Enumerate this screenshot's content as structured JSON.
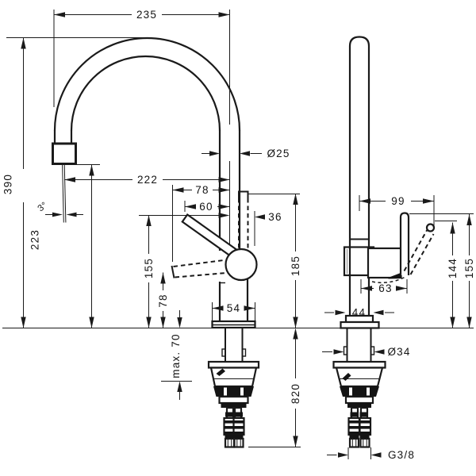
{
  "colors": {
    "line": "#1a1a1a",
    "background": "#ffffff"
  },
  "dimensions": {
    "left": {
      "spout_width_total": "235",
      "total_height": "390",
      "outlet_height": "223",
      "stream_angle": "3°",
      "spout_reach": "222",
      "handle_reach_low": "78",
      "handle_reach_high": "60",
      "spout_pipe_diameter": "Ø25",
      "handle_hub_offset": "36",
      "body_top_height": "185",
      "handle_height_high": "155",
      "handle_height_low": "78",
      "base_width": "54",
      "counter_max_thickness": "max. 70",
      "hose_drop": "820"
    },
    "right": {
      "handle_reach_side": "99",
      "handle_offset_side": "63",
      "handle_height_tilted": "144",
      "handle_height_top": "155",
      "base_width": "44",
      "shank_diameter": "Ø34",
      "hose_thread": "G3/8"
    }
  }
}
